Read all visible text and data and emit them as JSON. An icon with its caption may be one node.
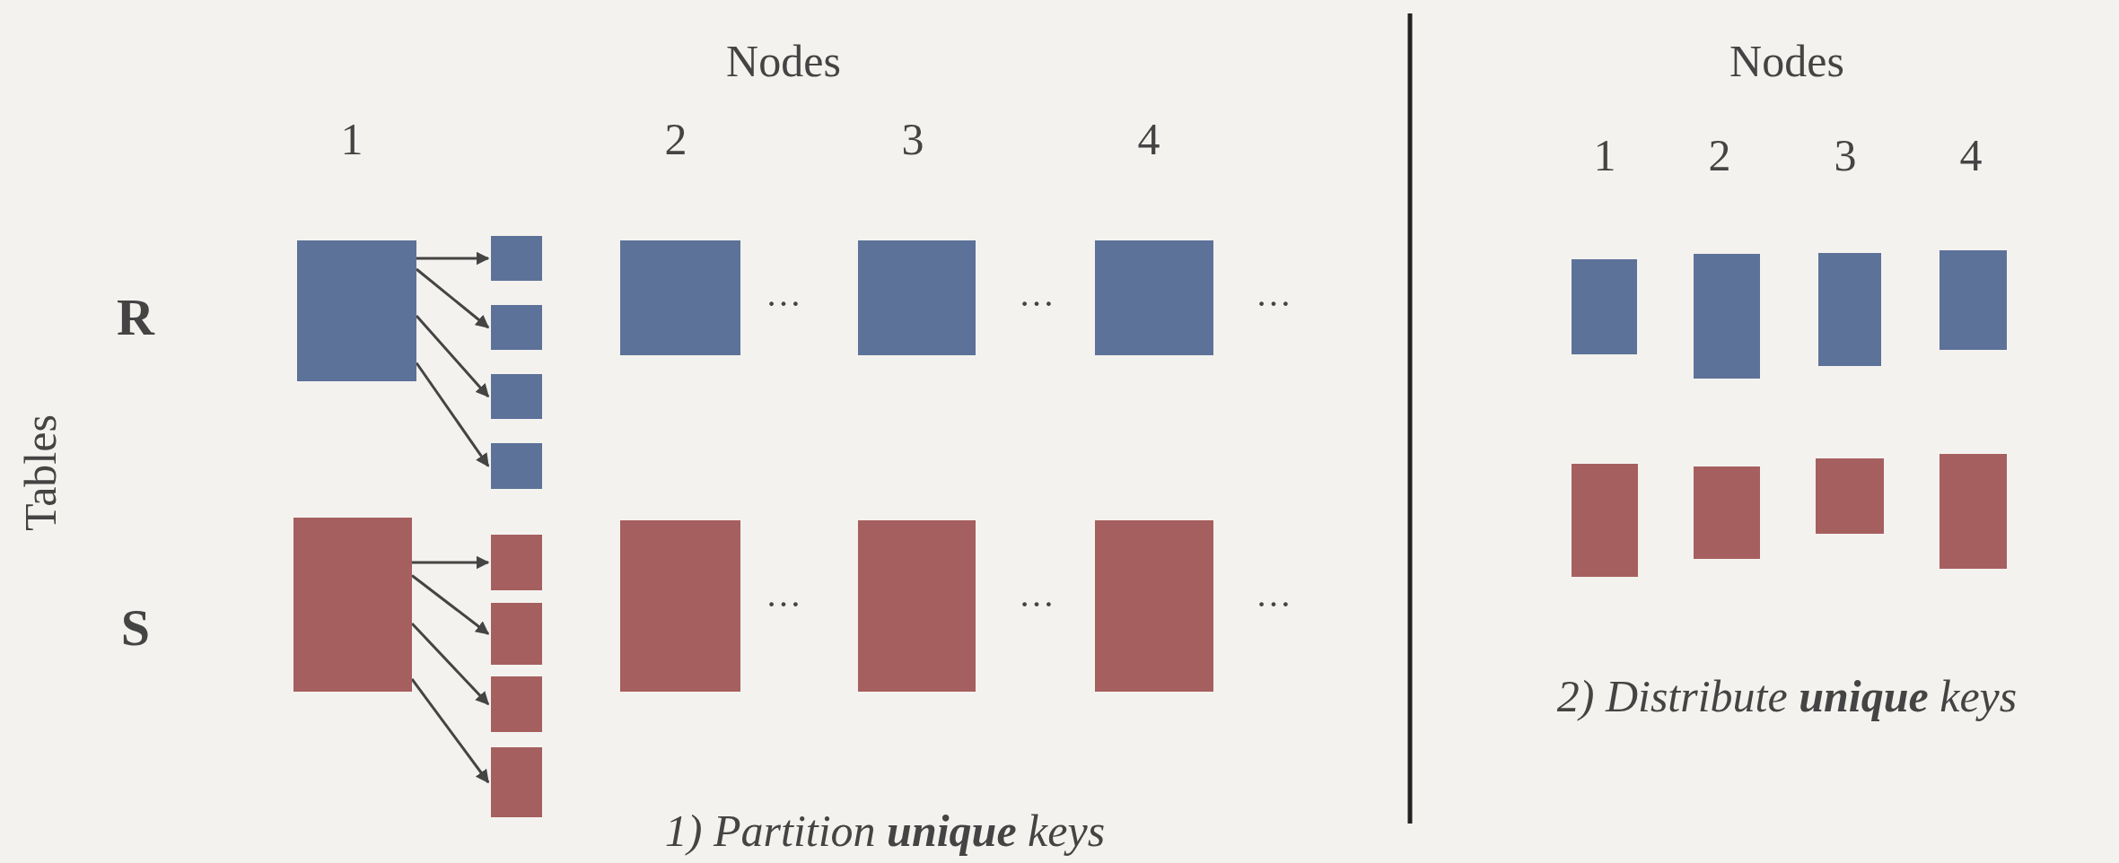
{
  "diagram": {
    "nodes": [
      {
        "text": [],
        "shape": "box"
      },
      {
        "text": [],
        "shape": "box"
      },
      {
        "text": [],
        "shape": "box"
      },
      {
        "text": [],
        "shape": "box"
      },
      {
        "text": [],
        "shape": "box"
      },
      {
        "text": [],
        "shape": "box"
      },
      {
        "text": [],
        "shape": "box"
      },
      {
        "text": [],
        "shape": "box"
      },
      {
        "text": [],
        "shape": "box"
      },
      {
        "text": [],
        "shape": "box"
      },
      {
        "text": [],
        "shape": "box"
      },
      {
        "text": [],
        "shape": "box"
      },
      {
        "text": [],
        "shape": "box"
      },
      {
        "text": [],
        "shape": "box"
      },
      {
        "text": [],
        "shape": "box"
      },
      {
        "text": [],
        "shape": "box"
      },
      {
        "text": [],
        "shape": "box"
      },
      {
        "text": [],
        "shape": "box"
      },
      {
        "text": [],
        "shape": "box"
      },
      {
        "text": [],
        "shape": "box"
      },
      {
        "text": [],
        "shape": "box"
      },
      {
        "text": [],
        "shape": "box"
      },
      {
        "text": [],
        "shape": "box"
      },
      {
        "text": [],
        "shape": "box"
      }
    ],
    "edges": [
      {
        "from": 0,
        "to": 1,
        "arrow": "to"
      },
      {
        "from": 0,
        "to": 2,
        "arrow": "to"
      },
      {
        "from": 0,
        "to": 3,
        "arrow": "to"
      },
      {
        "from": 0,
        "to": 4,
        "arrow": "to"
      },
      {
        "from": 8,
        "to": 9,
        "arrow": "to"
      },
      {
        "from": 8,
        "to": 10,
        "arrow": "to"
      },
      {
        "from": 8,
        "to": 11,
        "arrow": "to"
      },
      {
        "from": 8,
        "to": 12,
        "arrow": "to"
      }
    ],
    "labels": [
      "Nodes",
      "1",
      "2",
      "3",
      "4",
      "Nodes",
      "1",
      "2",
      "3",
      "4",
      "R",
      "…",
      "…",
      "…",
      "Tables",
      "S",
      "…",
      "…",
      "…",
      "2) Distribute **unique** keys",
      "1) Partition **unique** keys"
    ]
  }
}
